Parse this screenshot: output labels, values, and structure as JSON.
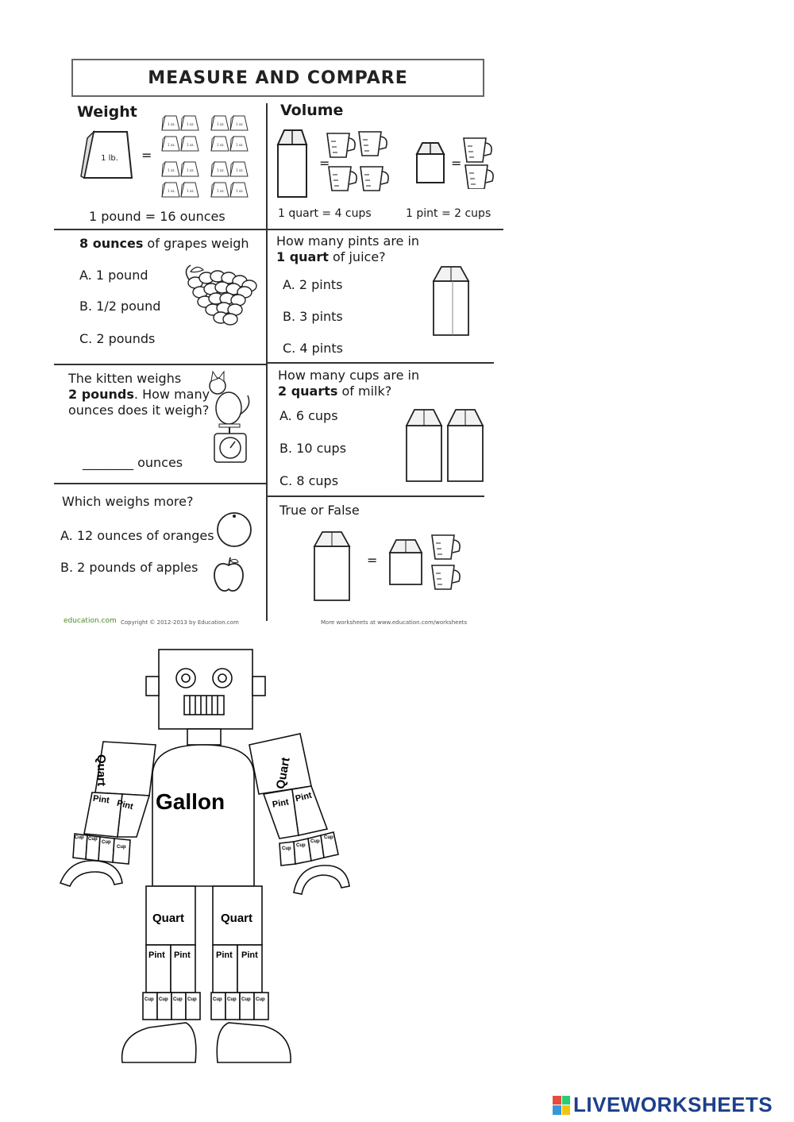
{
  "worksheet": {
    "title": "MEASURE AND COMPARE",
    "weight": {
      "heading": "Weight",
      "bag_label": "1 lb.",
      "equals": "=",
      "fact": "1 pound = 16 ounces",
      "mini_bag_label": "1 oz."
    },
    "volume": {
      "heading": "Volume",
      "equals": "=",
      "fact_quart": "1 quart = 4 cups",
      "fact_pint": "1 pint = 2 cups"
    },
    "q1": {
      "bold": "8 ounces",
      "rest": " of grapes weigh",
      "options": [
        "A. 1 pound",
        "B. 1/2 pound",
        "C. 2 pounds"
      ]
    },
    "q2": {
      "line1": "How many pints are in",
      "bold": "1 quart",
      "rest": " of juice?",
      "options": [
        "A. 2 pints",
        "B. 3 pints",
        "C. 4 pints"
      ]
    },
    "q3": {
      "line1": "The kitten weighs",
      "bold": "2 pounds",
      "rest": ". How many",
      "line3": "ounces does it weigh?",
      "blank": "________",
      "unit": "ounces"
    },
    "q4": {
      "line1": "How many cups are in",
      "bold": "2 quarts",
      "rest": " of milk?",
      "options": [
        "A. 6 cups",
        "B. 10 cups",
        "C. 8 cups"
      ]
    },
    "q5": {
      "question": "Which weighs more?",
      "options": [
        "A. 12 ounces of oranges",
        "B. 2 pounds of apples"
      ]
    },
    "q6": {
      "question": "True or False",
      "equals": "="
    },
    "footer": {
      "logo": "education.com",
      "copyright": "Copyright © 2012-2013 by Education.com",
      "more": "More worksheets at www.education.com/worksheets"
    }
  },
  "robot": {
    "body": "Gallon",
    "arm_quart": "Quart",
    "leg_quart": "Quart",
    "pint": "Pint",
    "cup": "Cup"
  },
  "brand": {
    "name": "LIVEWORKSHEETS",
    "colors": [
      "#e74c3c",
      "#2ecc71",
      "#3498db",
      "#f1c40f"
    ]
  }
}
